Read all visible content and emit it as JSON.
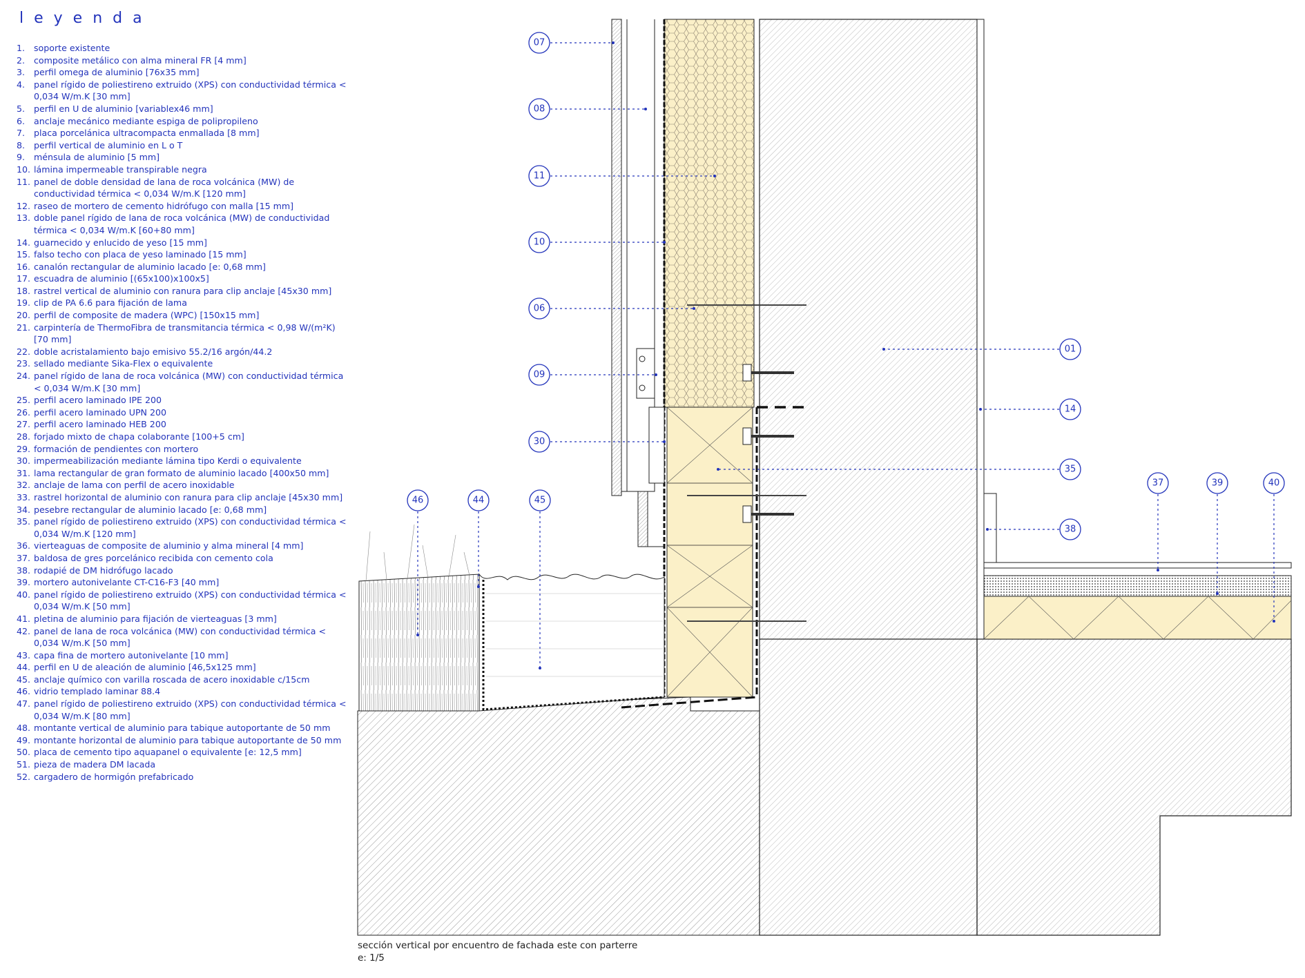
{
  "legend": {
    "title": "leyenda",
    "items": [
      {
        "num": "1.",
        "text": "soporte existente"
      },
      {
        "num": "2.",
        "text": "composite metálico con alma mineral FR [4 mm]"
      },
      {
        "num": "3.",
        "text": "perfil omega de aluminio [76x35 mm]"
      },
      {
        "num": "4.",
        "text": "panel rígido de poliestireno extruido (XPS) con conductividad térmica < 0,034 W/m.K [30 mm]"
      },
      {
        "num": "5.",
        "text": "perfil en U de aluminio [variablex46 mm]"
      },
      {
        "num": "6.",
        "text": "anclaje mecánico mediante espiga de polipropileno"
      },
      {
        "num": "7.",
        "text": "placa porcelánica ultracompacta enmallada [8 mm]"
      },
      {
        "num": "8.",
        "text": "perfil vertical de aluminio en L o T"
      },
      {
        "num": "9.",
        "text": "ménsula de aluminio [5 mm]"
      },
      {
        "num": "10.",
        "text": "lámina impermeable transpirable negra"
      },
      {
        "num": "11.",
        "text": "panel de doble densidad de lana de roca volcánica (MW) de conductividad térmica < 0,034 W/m.K [120 mm]"
      },
      {
        "num": "12.",
        "text": "raseo de mortero de cemento hidrófugo con malla [15 mm]"
      },
      {
        "num": "13.",
        "text": "doble panel rígido de lana de roca volcánica (MW) de conductividad térmica < 0,034 W/m.K [60+80 mm]"
      },
      {
        "num": "14.",
        "text": "guarnecido y enlucido de yeso [15 mm]"
      },
      {
        "num": "15.",
        "text": "falso techo con placa de yeso laminado [15 mm]"
      },
      {
        "num": "16.",
        "text": "canalón rectangular de aluminio lacado [e: 0,68 mm]"
      },
      {
        "num": "17.",
        "text": "escuadra de aluminio [(65x100)x100x5]"
      },
      {
        "num": "18.",
        "text": "rastrel vertical de aluminio con ranura para clip anclaje [45x30 mm]"
      },
      {
        "num": "19.",
        "text": "clip de PA 6.6 para fijación de lama"
      },
      {
        "num": "20.",
        "text": "perfil de composite de madera (WPC) [150x15 mm]"
      },
      {
        "num": "21.",
        "text": "carpintería de ThermoFibra de transmitancia térmica < 0,98 W/(m²K) [70 mm]"
      },
      {
        "num": "22.",
        "text": "doble acristalamiento bajo emisivo 55.2/16 argón/44.2"
      },
      {
        "num": "23.",
        "text": "sellado mediante Sika-Flex o equivalente"
      },
      {
        "num": "24.",
        "text": "panel rígido de lana de roca volcánica (MW) con conductividad térmica < 0,034 W/m.K [30 mm]"
      },
      {
        "num": "25.",
        "text": "perfil acero laminado IPE 200"
      },
      {
        "num": "26.",
        "text": "perfil acero laminado UPN 200"
      },
      {
        "num": "27.",
        "text": "perfil acero laminado HEB 200"
      },
      {
        "num": "28.",
        "text": "forjado mixto de chapa colaborante [100+5 cm]"
      },
      {
        "num": "29.",
        "text": "formación de pendientes con mortero"
      },
      {
        "num": "30.",
        "text": "impermeabilización mediante lámina tipo Kerdi o equivalente"
      },
      {
        "num": "31.",
        "text": "lama rectangular de gran formato de aluminio lacado [400x50 mm]"
      },
      {
        "num": "32.",
        "text": "anclaje de lama con perfil de acero inoxidable"
      },
      {
        "num": "33.",
        "text": "rastrel horizontal de aluminio con ranura para clip anclaje [45x30 mm]"
      },
      {
        "num": "34.",
        "text": "pesebre rectangular de aluminio lacado [e: 0,68 mm]"
      },
      {
        "num": "35.",
        "text": "panel rígido de poliestireno extruido (XPS) con conductividad térmica < 0,034 W/m.K [120 mm]"
      },
      {
        "num": "36.",
        "text": "vierteaguas de composite de aluminio y alma mineral [4 mm]"
      },
      {
        "num": "37.",
        "text": "baldosa de gres porcelánico recibida con cemento cola"
      },
      {
        "num": "38.",
        "text": "rodapié de DM hidrófugo lacado"
      },
      {
        "num": "39.",
        "text": "mortero autonivelante CT-C16-F3 [40 mm]"
      },
      {
        "num": "40.",
        "text": "panel rígido de poliestireno extruido (XPS) con conductividad térmica < 0,034 W/m.K [50 mm]"
      },
      {
        "num": "41.",
        "text": "pletina de aluminio para fijación de vierteaguas [3 mm]"
      },
      {
        "num": "42.",
        "text": "panel de lana de roca volcánica (MW) con conductividad térmica < 0,034 W/m.K [50 mm]"
      },
      {
        "num": "43.",
        "text": "capa fina de mortero autonivelante [10 mm]"
      },
      {
        "num": "44.",
        "text": "perfil en U de aleación de aluminio [46,5x125 mm]"
      },
      {
        "num": "45.",
        "text": "anclaje químico con varilla roscada de acero inoxidable c/15cm"
      },
      {
        "num": "46.",
        "text": "vidrio templado laminar 88.4"
      },
      {
        "num": "47.",
        "text": "panel rígido de poliestireno extruido (XPS) con conductividad térmica < 0,034 W/m.K [80 mm]"
      },
      {
        "num": "48.",
        "text": "montante vertical de aluminio para tabique autoportante de 50 mm"
      },
      {
        "num": "49.",
        "text": "montante horizontal de aluminio para tabique autoportante de 50 mm"
      },
      {
        "num": "50.",
        "text": "placa de cemento tipo aquapanel o equivalente [e: 12,5 mm]"
      },
      {
        "num": "51.",
        "text": "pieza de madera DM lacada"
      },
      {
        "num": "52.",
        "text": "cargadero de hormigón prefabricado"
      }
    ]
  },
  "callouts": [
    {
      "id": "07",
      "label": "07"
    },
    {
      "id": "08",
      "label": "08"
    },
    {
      "id": "11",
      "label": "11"
    },
    {
      "id": "10",
      "label": "10"
    },
    {
      "id": "06",
      "label": "06"
    },
    {
      "id": "09",
      "label": "09"
    },
    {
      "id": "30",
      "label": "30"
    },
    {
      "id": "46",
      "label": "46"
    },
    {
      "id": "44",
      "label": "44"
    },
    {
      "id": "45",
      "label": "45"
    },
    {
      "id": "01",
      "label": "01"
    },
    {
      "id": "14",
      "label": "14"
    },
    {
      "id": "35",
      "label": "35"
    },
    {
      "id": "37",
      "label": "37"
    },
    {
      "id": "39",
      "label": "39"
    },
    {
      "id": "40",
      "label": "40"
    },
    {
      "id": "38",
      "label": "38"
    }
  ],
  "caption": {
    "title": "sección vertical por encuentro de fachada este con parterre",
    "scale": "e: 1/5"
  },
  "colors": {
    "accent": "#2233bb",
    "insulation": "#fbf0c8",
    "line": "#222222"
  }
}
